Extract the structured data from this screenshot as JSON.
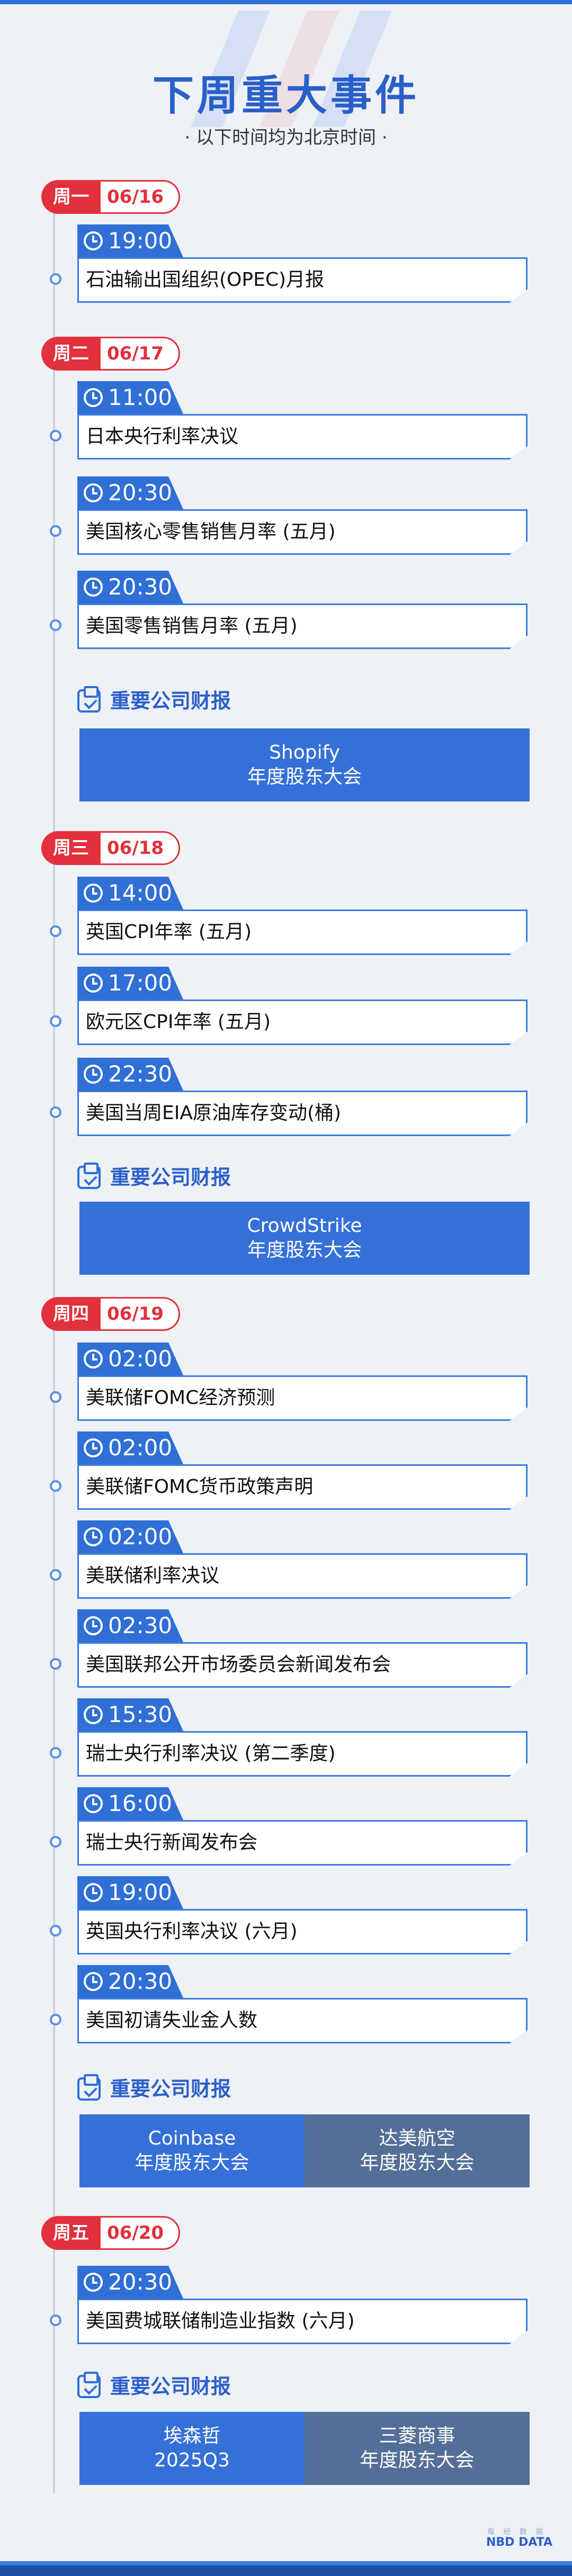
{
  "header": {
    "title": "下周重大事件",
    "subtitle": "· 以下时间均为北京时间 ·"
  },
  "days": [
    {
      "label": "周一",
      "date": "06/16",
      "events": [
        {
          "time": "19:00",
          "text": "石油输出国组织(OPEC)月报"
        }
      ]
    },
    {
      "label": "周二",
      "date": "06/17",
      "events": [
        {
          "time": "11:00",
          "text": "日本央行利率决议"
        },
        {
          "time": "20:30",
          "text": "美国核心零售销售月率 (五月)"
        },
        {
          "time": "20:30",
          "text": "美国零售销售月率 (五月)"
        }
      ],
      "earnings_title": "重要公司财报",
      "earnings": [
        {
          "line1": "Shopify",
          "line2": "年度股东大会",
          "color": "#3570d8"
        }
      ]
    },
    {
      "label": "周三",
      "date": "06/18",
      "events": [
        {
          "time": "14:00",
          "text": "英国CPI年率 (五月)"
        },
        {
          "time": "17:00",
          "text": "欧元区CPI年率 (五月)"
        },
        {
          "time": "22:30",
          "text": "美国当周EIA原油库存变动(桶)"
        }
      ],
      "earnings_title": "重要公司财报",
      "earnings": [
        {
          "line1": "CrowdStrike",
          "line2": "年度股东大会",
          "color": "#3570d8"
        }
      ]
    },
    {
      "label": "周四",
      "date": "06/19",
      "events": [
        {
          "time": "02:00",
          "text": "美联储FOMC经济预测"
        },
        {
          "time": "02:00",
          "text": "美联储FOMC货币政策声明"
        },
        {
          "time": "02:00",
          "text": "美联储利率决议"
        },
        {
          "time": "02:30",
          "text": "美国联邦公开市场委员会新闻发布会"
        },
        {
          "time": "15:30",
          "text": "瑞士央行利率决议 (第二季度)"
        },
        {
          "time": "16:00",
          "text": "瑞士央行新闻发布会"
        },
        {
          "time": "19:00",
          "text": "英国央行利率决议 (六月)"
        },
        {
          "time": "20:30",
          "text": "美国初请失业金人数"
        }
      ],
      "earnings_title": "重要公司财报",
      "earnings": [
        {
          "line1": "Coinbase",
          "line2": "年度股东大会",
          "color": "#3570d8"
        },
        {
          "line1": "达美航空",
          "line2": "年度股东大会",
          "color": "#546f97"
        }
      ]
    },
    {
      "label": "周五",
      "date": "06/20",
      "events": [
        {
          "time": "20:30",
          "text": "美国费城联储制造业指数 (六月)"
        }
      ],
      "earnings_title": "重要公司财报",
      "earnings": [
        {
          "line1": "埃森哲",
          "line2": "2025Q3",
          "color": "#3570d8"
        },
        {
          "line1": "三菱商事",
          "line2": "年度股东大会",
          "color": "#546f97"
        }
      ]
    }
  ],
  "footer": {
    "logo_cn": "每 经 数 据",
    "logo_en": "NBD DATA"
  }
}
